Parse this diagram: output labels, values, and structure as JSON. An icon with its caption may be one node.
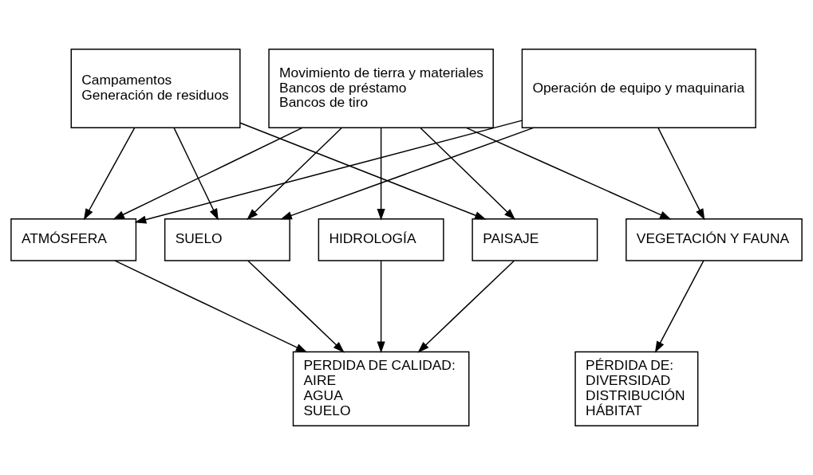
{
  "diagram": {
    "nodes": [
      {
        "text": [
          "Campamentos",
          "Generación de residuos"
        ]
      },
      {
        "text": [
          "Movimiento de tierra y materiales",
          "Bancos de préstamo",
          "Bancos de tiro"
        ]
      },
      {
        "text": [
          "Operación de equipo y maquinaria"
        ]
      },
      {
        "text": [
          "ATMÓSFERA"
        ]
      },
      {
        "text": [
          "SUELO"
        ]
      },
      {
        "text": [
          "HIDROLOGÍA"
        ]
      },
      {
        "text": [
          "PAISAJE"
        ]
      },
      {
        "text": [
          "VEGETACIÓN Y FAUNA"
        ]
      },
      {
        "text": [
          "PERDIDA DE CALIDAD:",
          "AIRE",
          "AGUA",
          "SUELO"
        ]
      },
      {
        "text": [
          "PÉRDIDA DE:",
          "DIVERSIDAD",
          "DISTRIBUCIÓN",
          "HÁBITAT"
        ]
      }
    ],
    "edges": [
      {
        "from": 0,
        "to": 3,
        "arrow": "to"
      },
      {
        "from": 0,
        "to": 4,
        "arrow": "to"
      },
      {
        "from": 0,
        "to": 6,
        "arrow": "to"
      },
      {
        "from": 1,
        "to": 3,
        "arrow": "to"
      },
      {
        "from": 1,
        "to": 4,
        "arrow": "to"
      },
      {
        "from": 1,
        "to": 5,
        "arrow": "to"
      },
      {
        "from": 1,
        "to": 6,
        "arrow": "to"
      },
      {
        "from": 1,
        "to": 7,
        "arrow": "to"
      },
      {
        "from": 2,
        "to": 3,
        "arrow": "to"
      },
      {
        "from": 2,
        "to": 4,
        "arrow": "to"
      },
      {
        "from": 2,
        "to": 7,
        "arrow": "to"
      },
      {
        "from": 3,
        "to": 8,
        "arrow": "to"
      },
      {
        "from": 4,
        "to": 8,
        "arrow": "to"
      },
      {
        "from": 5,
        "to": 8,
        "arrow": "to"
      },
      {
        "from": 6,
        "to": 8,
        "arrow": "to"
      },
      {
        "from": 7,
        "to": 9,
        "arrow": "to"
      }
    ]
  }
}
